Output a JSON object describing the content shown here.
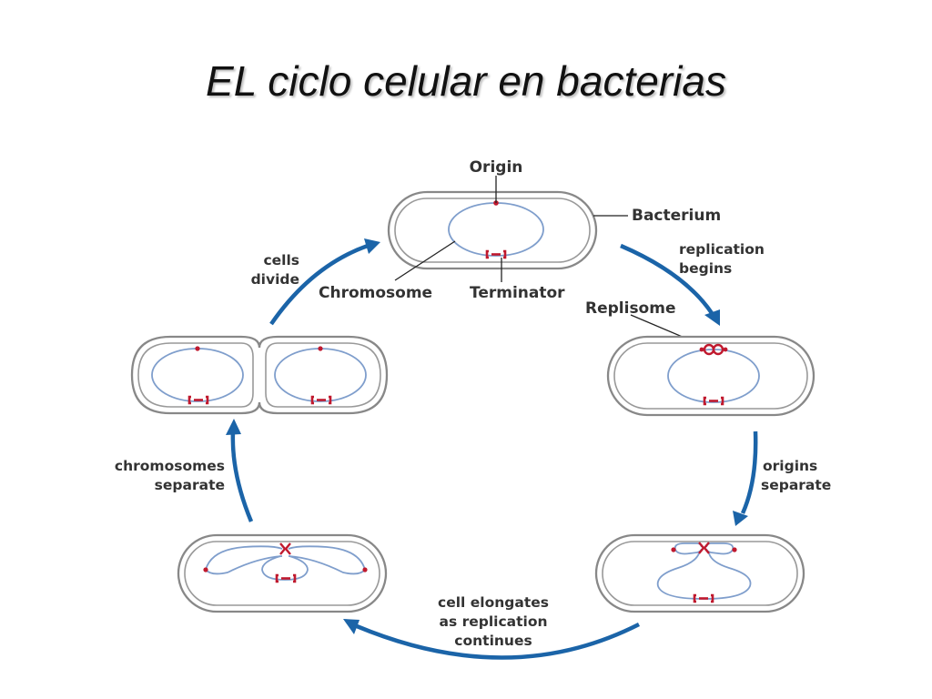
{
  "slide": {
    "title": "EL ciclo celular en bacterias"
  },
  "labels": {
    "origin": "Origin",
    "bacterium": "Bacterium",
    "chromosome": "Chromosome",
    "terminator": "Terminator",
    "replisome": "Replisome"
  },
  "steps": {
    "replication_begins": [
      "replication",
      "begins"
    ],
    "origins_separate": [
      "origins",
      "separate"
    ],
    "cell_elongates": [
      "cell elongates",
      "as replication",
      "continues"
    ],
    "chromosomes_separate": [
      "chromosomes",
      "separate"
    ],
    "cells_divide": [
      "cells",
      "divide"
    ]
  },
  "colors": {
    "arrow": "#1b64a8",
    "chromosome": "#7f9ecc",
    "marker": "#c0192e",
    "membrane": "#888888"
  }
}
